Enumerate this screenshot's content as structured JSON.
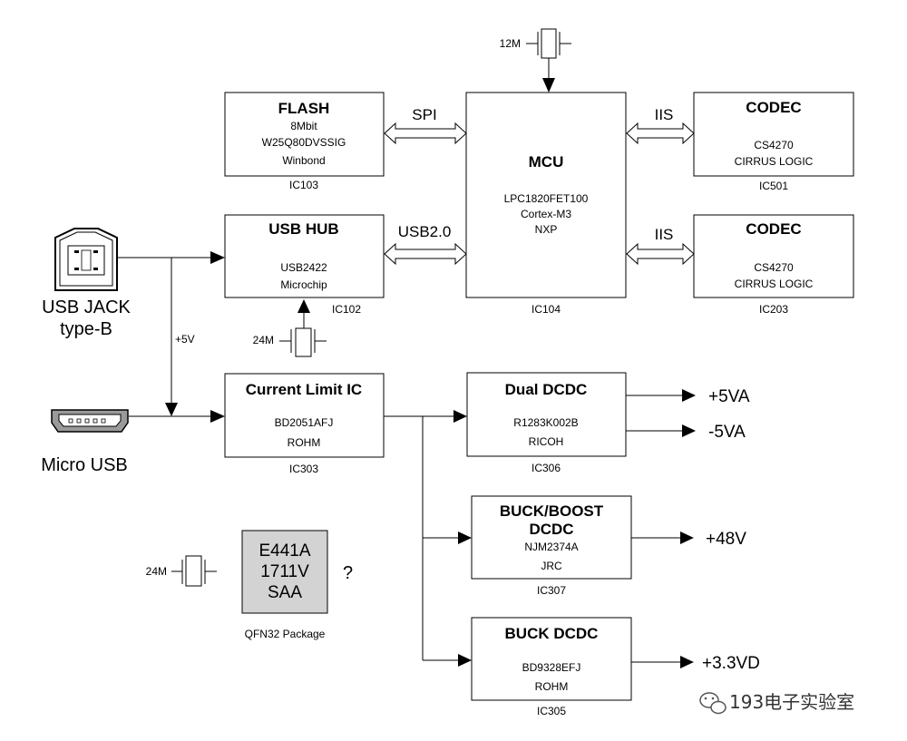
{
  "blocks": {
    "flash": {
      "title": "FLASH",
      "line1": "8Mbit",
      "line2": "W25Q80DVSSIG",
      "line3": "Winbond",
      "ref": "IC103"
    },
    "mcu": {
      "title": "MCU",
      "line1": "LPC1820FET100",
      "line2": "Cortex-M3",
      "line3": "NXP",
      "ref": "IC104"
    },
    "codec1": {
      "title": "CODEC",
      "line1": "CS4270",
      "line2": "CIRRUS LOGIC",
      "ref": "IC501"
    },
    "codec2": {
      "title": "CODEC",
      "line1": "CS4270",
      "line2": "CIRRUS LOGIC",
      "ref": "IC203"
    },
    "usbhub": {
      "title": "USB HUB",
      "line1": "USB2422",
      "line2": "Microchip",
      "ref": "IC102"
    },
    "climit": {
      "title": "Current Limit IC",
      "line1": "BD2051AFJ",
      "line2": "ROHM",
      "ref": "IC303"
    },
    "dualdcdc": {
      "title": "Dual DCDC",
      "line1": "R1283K002B",
      "line2": "RICOH",
      "ref": "IC306"
    },
    "buckboost": {
      "title1": "BUCK/BOOST",
      "title2": "DCDC",
      "line1": "NJM2374A",
      "line2": "JRC",
      "ref": "IC307"
    },
    "buck": {
      "title": "BUCK DCDC",
      "line1": "BD9328EFJ",
      "line2": "ROHM",
      "ref": "IC305"
    }
  },
  "buses": {
    "spi": "SPI",
    "usb2": "USB2.0",
    "iis1": "IIS",
    "iis2": "IIS"
  },
  "crystals": {
    "mcu": "12M",
    "hub": "24M",
    "unknown": "24M"
  },
  "connectors": {
    "usbjack_line1": "USB JACK",
    "usbjack_line2": "type-B",
    "microusb": "Micro USB",
    "vbus": "+5V"
  },
  "outputs": {
    "p5va": "+5VA",
    "m5va": "-5VA",
    "p48v": "+48V",
    "p33vd": "+3.3VD"
  },
  "unknown_chip": {
    "line1": "E441A",
    "line2": "1711V",
    "line3": "SAA",
    "package": "QFN32 Package",
    "question": "?"
  },
  "watermark": {
    "text": "193电子实验室",
    "icon": "wechat-icon"
  }
}
